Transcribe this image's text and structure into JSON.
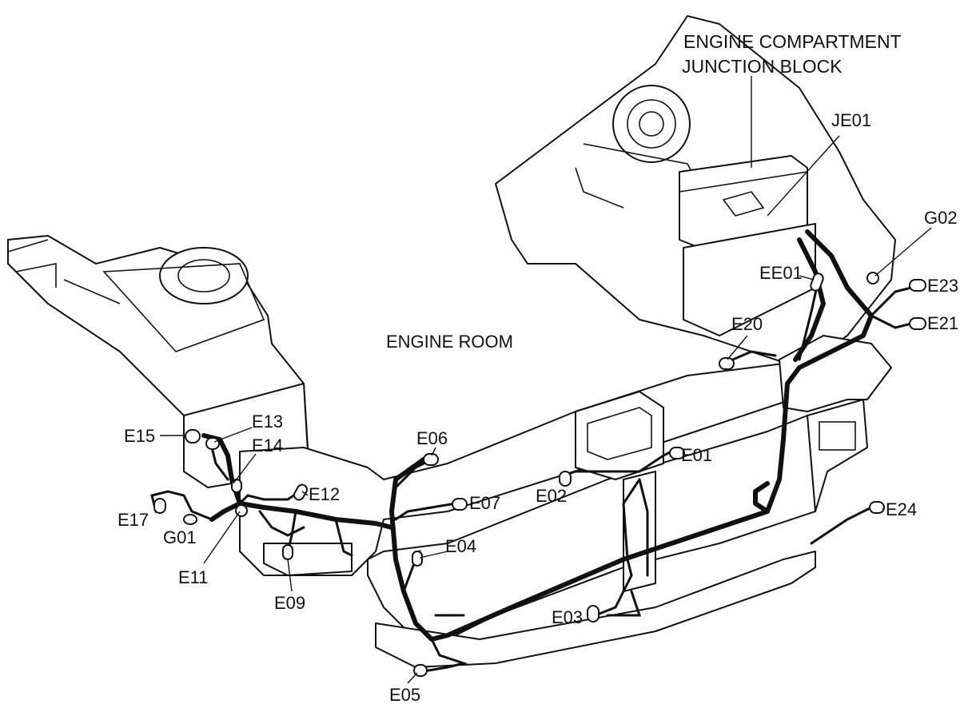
{
  "title_lines": [
    "ENGINE COMPARTMENT",
    "JUNCTION BLOCK"
  ],
  "area_label": "ENGINE ROOM",
  "labels": {
    "je01": "JE01",
    "g02": "G02",
    "ee01": "EE01",
    "e23": "E23",
    "e20": "E20",
    "e21": "E21",
    "e15": "E15",
    "e13": "E13",
    "e14": "E14",
    "e06": "E06",
    "e01": "E01",
    "e12": "E12",
    "e07": "E07",
    "e02": "E02",
    "e24": "E24",
    "e17": "E17",
    "g01": "G01",
    "e04": "E04",
    "e11": "E11",
    "e09": "E09",
    "e03": "E03",
    "e05": "E05"
  }
}
